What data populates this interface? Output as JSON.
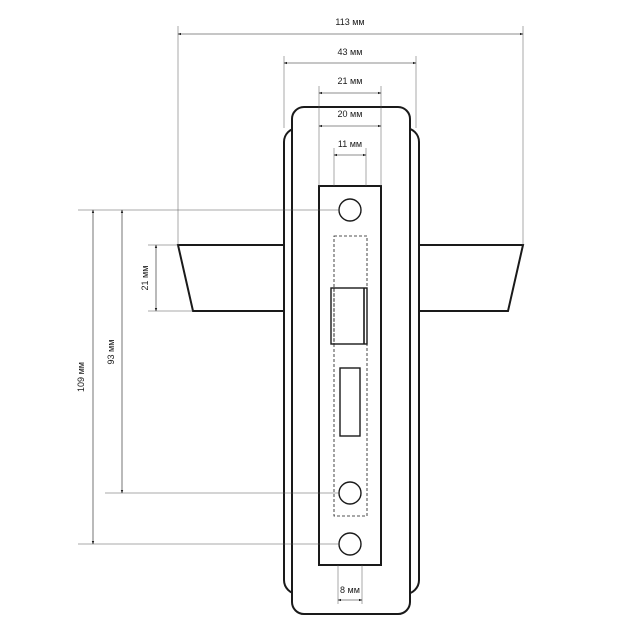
{
  "drawing": {
    "dimensions": {
      "total_width": "113 мм",
      "plate_width": "43 мм",
      "faceplate_width": "21 мм",
      "mortise_width": "20 мм",
      "hole_width": "11 мм",
      "handle_height": "21 мм",
      "center_distance": "93 мм",
      "total_height": "109 мм",
      "bottom_width": "8 мм"
    }
  }
}
